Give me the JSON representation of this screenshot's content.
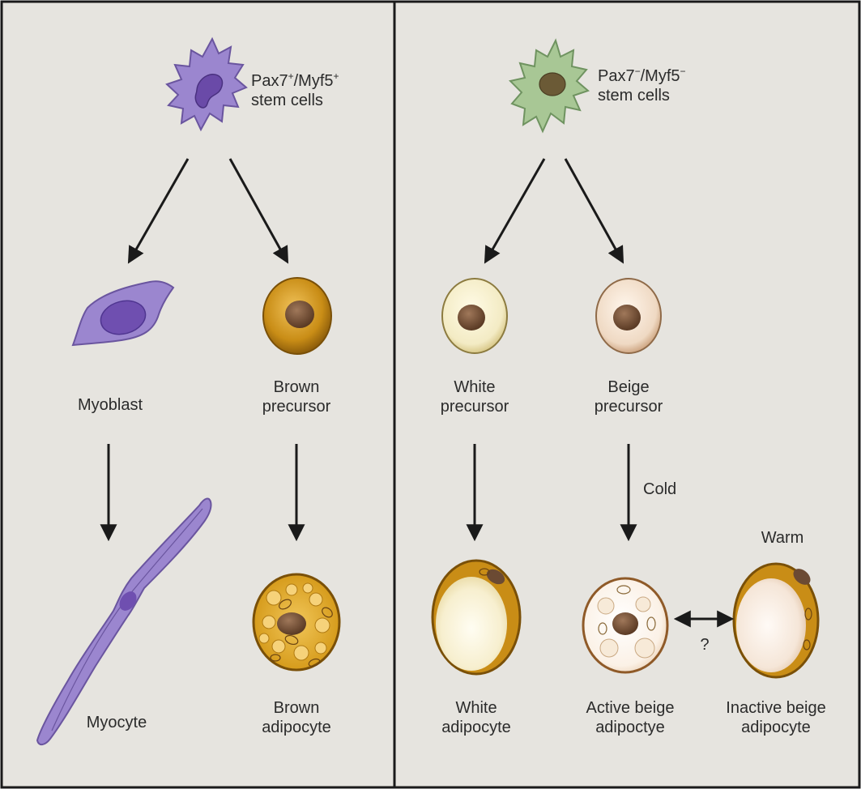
{
  "colors": {
    "panel_bg": "#e6e4df",
    "border": "#1a1a1a",
    "arrow": "#1a1a1a",
    "muscle_purple": "#9b86cf",
    "brown_precursor": "#c98d16",
    "white_precursor": "#f3ebc4",
    "beige_precursor": "#efd9c3",
    "stem_green": "#a8c795",
    "nucleus_brown": "#6b4a33"
  },
  "left_panel": {
    "stem": {
      "label_main": "Pax7",
      "label_sup1": "+",
      "label_mid": "/Myf5",
      "label_sup2": "+",
      "label_line2": "stem cells",
      "icon": "purple-stem-cell-icon"
    },
    "myoblast": {
      "label": "Myoblast",
      "icon": "myoblast-cell-icon"
    },
    "brown_precursor": {
      "line1": "Brown",
      "line2": "precursor",
      "icon": "brown-precursor-cell-icon"
    },
    "myocyte": {
      "label": "Myocyte",
      "icon": "myocyte-cell-icon"
    },
    "brown_adipocyte": {
      "line1": "Brown",
      "line2": "adipocyte",
      "icon": "brown-adipocyte-cell-icon"
    }
  },
  "right_panel": {
    "stem": {
      "label_main": "Pax7",
      "label_sup1": "−",
      "label_mid": "/Myf5",
      "label_sup2": "−",
      "label_line2": "stem cells",
      "icon": "green-stem-cell-icon"
    },
    "white_precursor": {
      "line1": "White",
      "line2": "precursor",
      "icon": "white-precursor-cell-icon"
    },
    "beige_precursor": {
      "line1": "Beige",
      "line2": "precursor",
      "icon": "beige-precursor-cell-icon"
    },
    "cold_label": "Cold",
    "warm_label": "Warm",
    "question_label": "?",
    "white_adipocyte": {
      "line1": "White",
      "line2": "adipocyte",
      "icon": "white-adipocyte-cell-icon"
    },
    "active_beige": {
      "line1": "Active beige",
      "line2": "adipoctye",
      "icon": "active-beige-adipocyte-icon"
    },
    "inactive_beige": {
      "line1": "Inactive beige",
      "line2": "adipocyte",
      "icon": "inactive-beige-adipocyte-icon"
    }
  }
}
